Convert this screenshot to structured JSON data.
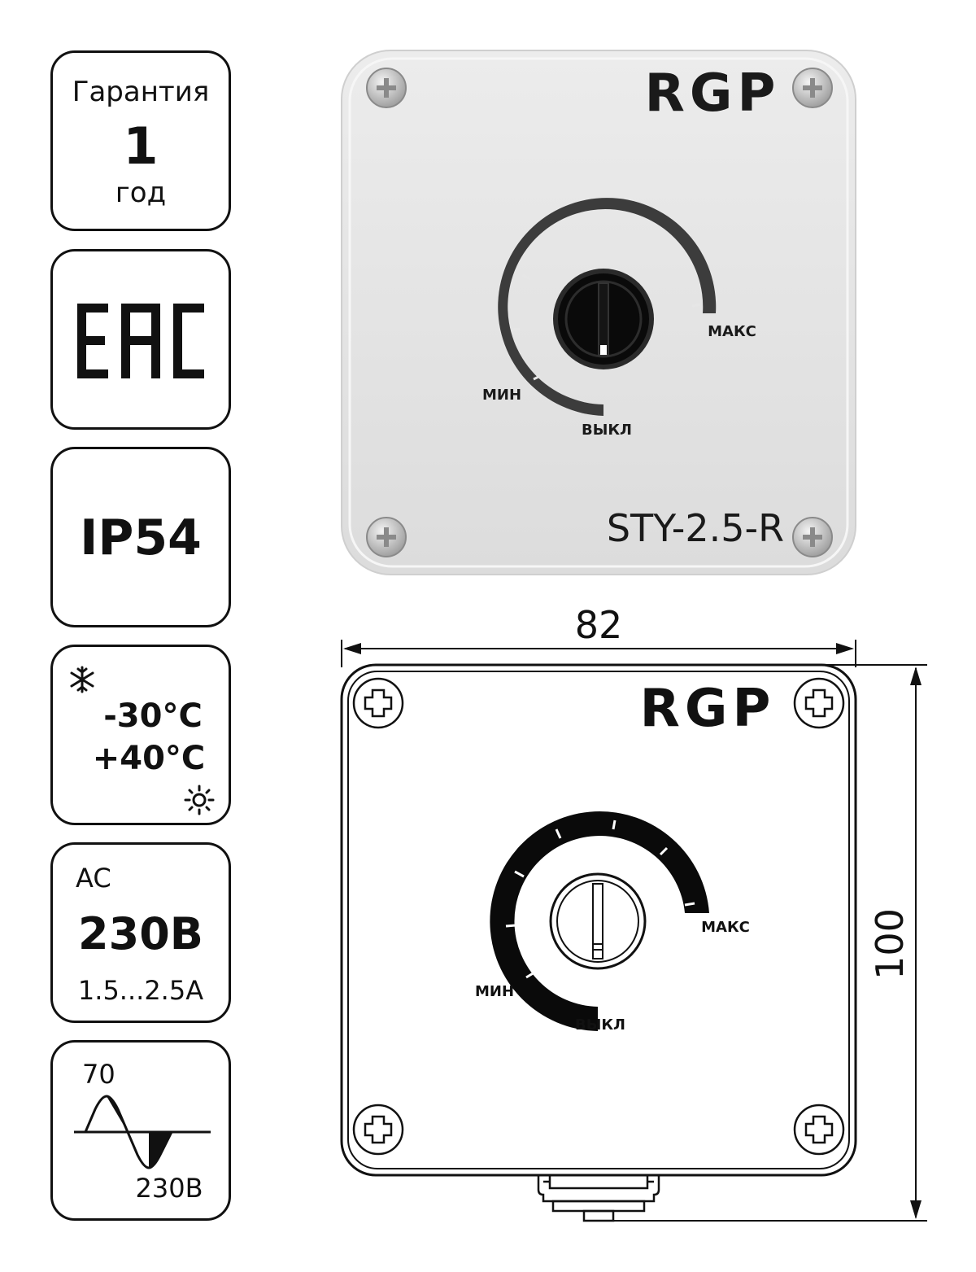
{
  "badges": {
    "warranty": {
      "label": "Гарантия",
      "value": "1",
      "unit": "год"
    },
    "certification": {
      "mark": "EAC"
    },
    "protection": {
      "label": "IP54"
    },
    "temperature": {
      "min": "-30°C",
      "max": "+40°C"
    },
    "power": {
      "type": "AC",
      "voltage": "230В",
      "current": "1.5...2.5А"
    },
    "waveform": {
      "level": "70",
      "voltage": "230В"
    }
  },
  "device": {
    "brand": "RGP",
    "model": "STY-2.5-R",
    "dial_labels": {
      "min": "МИН",
      "max": "МАКС",
      "off": "ВЫКЛ"
    }
  },
  "dimensions": {
    "width": "82",
    "height": "100"
  },
  "colors": {
    "housing": "#e6e6e6",
    "ink": "#111111",
    "knob": "#0a0a0a"
  }
}
